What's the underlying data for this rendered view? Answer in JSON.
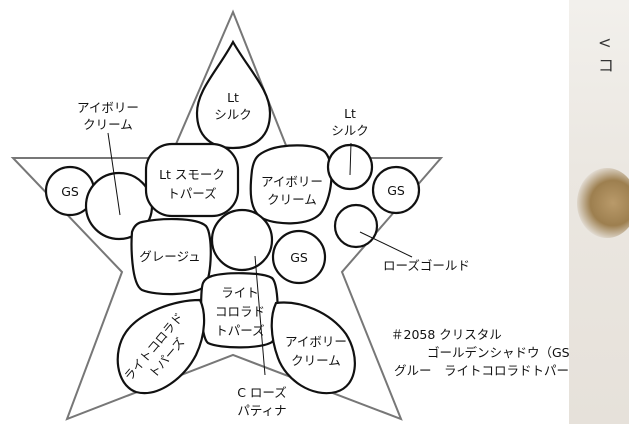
{
  "diagram": {
    "stones": {
      "top_teardrop": [
        "Lt",
        "シルク"
      ],
      "left_ivory": [
        "アイボリー",
        "クリーム"
      ],
      "right_silk": [
        "Lt",
        "シルク"
      ],
      "gs_left": "GS",
      "gs_right": "GS",
      "gs_center": "GS",
      "smoke": [
        "Lt スモーク",
        "トパーズ"
      ],
      "ivory_right": [
        "アイボリー",
        "クリーム"
      ],
      "greige": "グレージュ",
      "rose_gold": "ローズゴールド",
      "colorado_center": [
        "ライト",
        "コロラド",
        "トパーズ"
      ],
      "colorado_left": [
        "ライトコロラド",
        "トパーズ"
      ],
      "ivory_bottom": [
        "アイボリー",
        "クリーム"
      ],
      "c_rose": [
        "C ローズ",
        "パティナ"
      ]
    },
    "legend": {
      "line1": "＃2058  クリスタル",
      "line2": "ゴールデンシャドウ（GS)",
      "line3": "グルー　ライトコロラドトパーズ"
    }
  },
  "photo": {
    "caption": "<コ"
  }
}
